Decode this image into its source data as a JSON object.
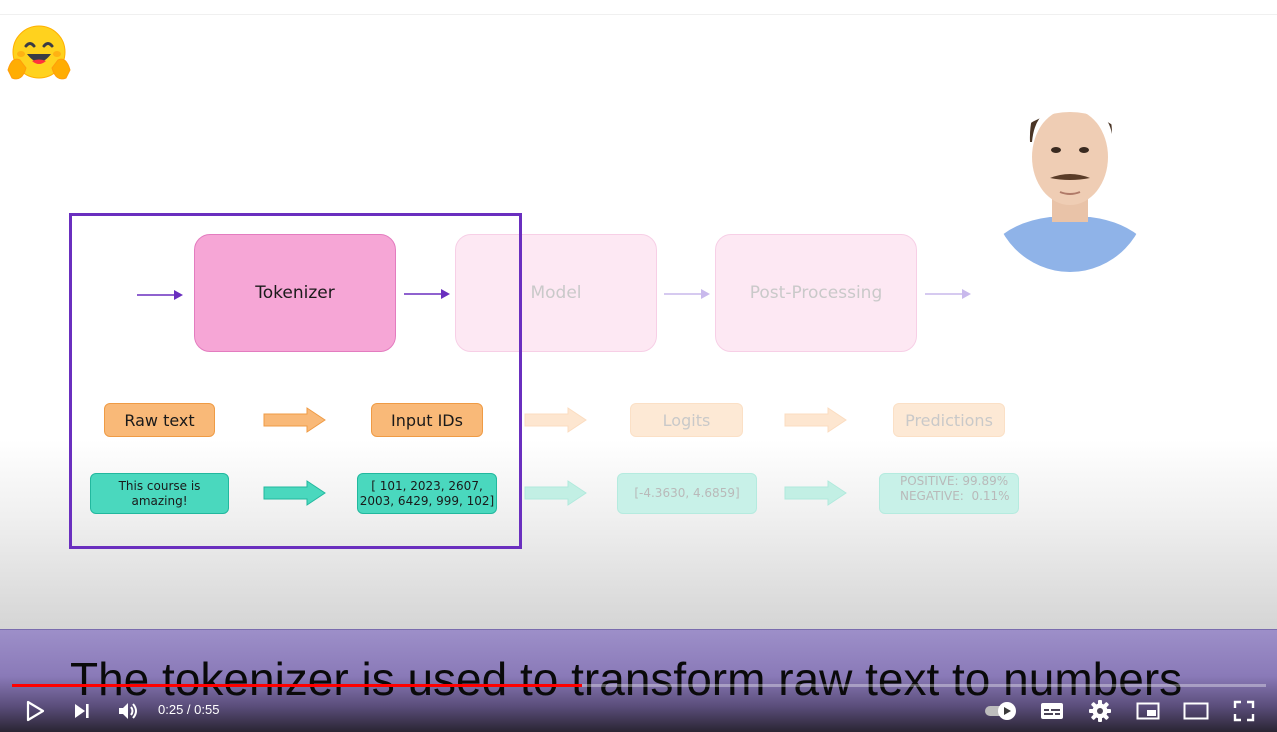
{
  "slide": {
    "stages": {
      "tokenizer": "Tokenizer",
      "model": "Model",
      "post_processing": "Post-Processing"
    },
    "labels": {
      "raw_text": "Raw text",
      "input_ids": "Input IDs",
      "logits": "Logits",
      "predictions": "Predictions"
    },
    "examples": {
      "sentence": "This course is amazing!",
      "ids_line1": "[ 101, 2023, 2607,",
      "ids_line2": "2003, 6429, 999, 102]",
      "logit_values": "[-4.3630, 4.6859]",
      "positive": "POSITIVE: 99.89%",
      "negative": "NEGATIVE:  0.11%"
    },
    "colors": {
      "tokenizer_fill": "#f6a6d6",
      "highlight": "#6a2fbf",
      "orange": "#f9b978",
      "teal": "#4ad8be"
    }
  },
  "caption": "The tokenizer is used to transform raw text to numbers",
  "player": {
    "time_current": "0:25",
    "time_total": "0:55",
    "time_text": "0:25 / 0:55",
    "progress": 0.4545,
    "progress_color": "#ff0000",
    "icons": [
      "play-icon",
      "next-icon",
      "volume-icon",
      "autoplay-toggle-icon",
      "subtitles-icon",
      "settings-gear-icon",
      "miniplayer-icon",
      "theater-mode-icon",
      "fullscreen-icon"
    ]
  }
}
